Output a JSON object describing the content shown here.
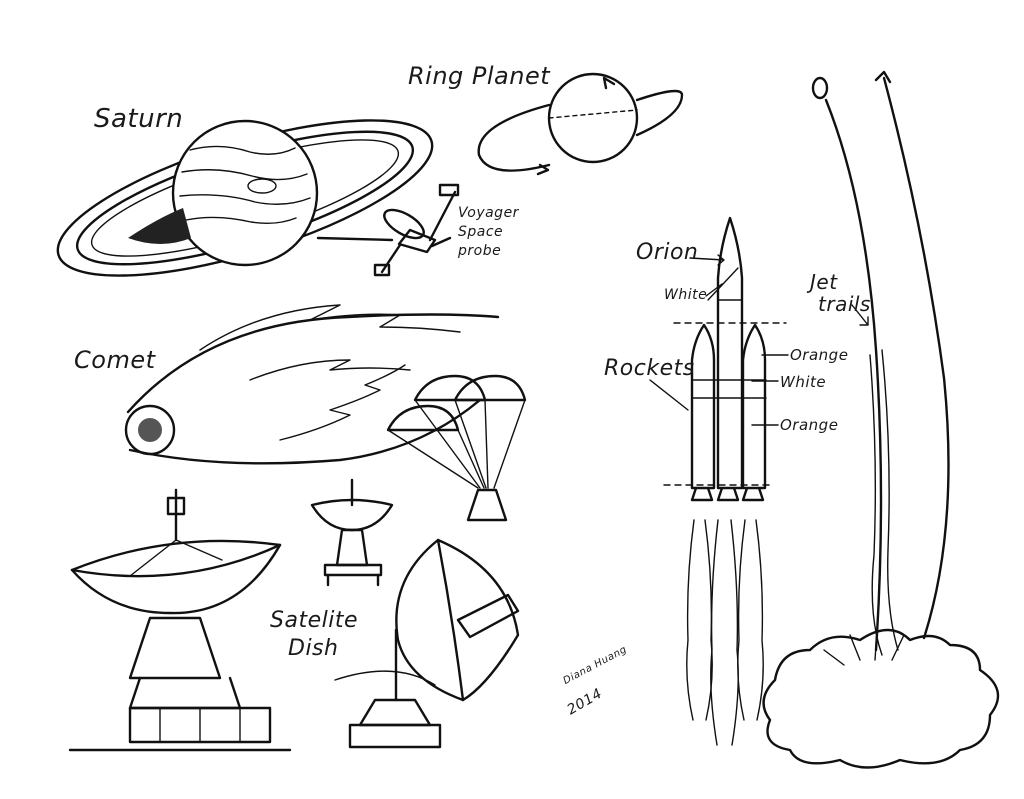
{
  "labels": {
    "saturn": "Saturn",
    "ring_planet": "Ring Planet",
    "voyager": "Voyager",
    "space": "Space",
    "probe": "probe",
    "comet": "Comet",
    "orion": "Orion",
    "white_top": "White",
    "rockets": "Rockets",
    "orange_1": "Orange",
    "white_2": "White",
    "orange_2": "Orange",
    "jet": "Jet",
    "trails": "trails",
    "satelite": "Satelite",
    "dish": "Dish"
  },
  "signature": {
    "name": "Diana Huang",
    "year": "2014"
  },
  "colors": {
    "ink": "#111111",
    "paper": "#ffffff"
  }
}
